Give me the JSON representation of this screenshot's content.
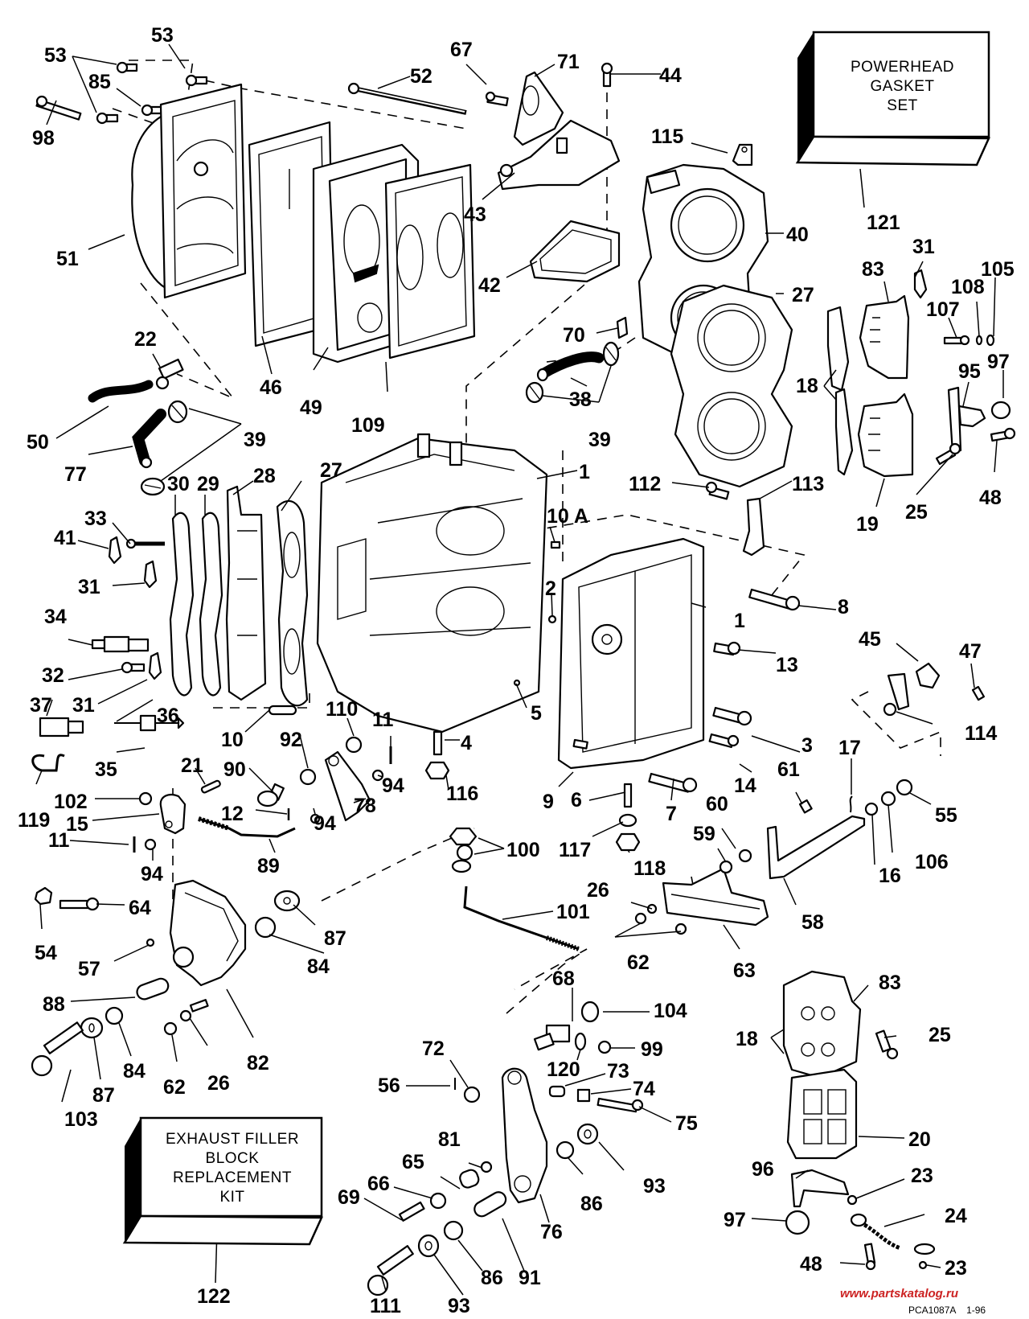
{
  "diagram": {
    "title": "Powerhead exploded parts diagram",
    "kits": {
      "powerhead_gasket_set": {
        "lines": [
          "POWERHEAD",
          "GASKET",
          "SET"
        ],
        "ref": "121"
      },
      "exhaust_filler_block": {
        "lines": [
          "EXHAUST FILLER",
          "BLOCK",
          "REPLACEMENT",
          "KIT"
        ],
        "ref": "122"
      }
    },
    "watermark": "www.partskatalog.ru",
    "catalog_code": "PCA1087A",
    "catalog_date": "1-96",
    "labels": [
      {
        "id": "53a",
        "text": "53"
      },
      {
        "id": "53b",
        "text": "53"
      },
      {
        "id": "85",
        "text": "85"
      },
      {
        "id": "98",
        "text": "98"
      },
      {
        "id": "52",
        "text": "52"
      },
      {
        "id": "67",
        "text": "67"
      },
      {
        "id": "71",
        "text": "71"
      },
      {
        "id": "44",
        "text": "44"
      },
      {
        "id": "115",
        "text": "115"
      },
      {
        "id": "121",
        "text": "121"
      },
      {
        "id": "51",
        "text": "51"
      },
      {
        "id": "43",
        "text": "43"
      },
      {
        "id": "40",
        "text": "40"
      },
      {
        "id": "42",
        "text": "42"
      },
      {
        "id": "31a",
        "text": "31"
      },
      {
        "id": "83a",
        "text": "83"
      },
      {
        "id": "108",
        "text": "108"
      },
      {
        "id": "105",
        "text": "105"
      },
      {
        "id": "27a",
        "text": "27"
      },
      {
        "id": "107",
        "text": "107"
      },
      {
        "id": "22",
        "text": "22"
      },
      {
        "id": "70",
        "text": "70"
      },
      {
        "id": "18a",
        "text": "18"
      },
      {
        "id": "97a",
        "text": "97"
      },
      {
        "id": "95",
        "text": "95"
      },
      {
        "id": "46",
        "text": "46"
      },
      {
        "id": "38",
        "text": "38"
      },
      {
        "id": "49",
        "text": "49"
      },
      {
        "id": "50",
        "text": "50"
      },
      {
        "id": "109",
        "text": "109"
      },
      {
        "id": "39a",
        "text": "39"
      },
      {
        "id": "39b",
        "text": "39"
      },
      {
        "id": "48a",
        "text": "48"
      },
      {
        "id": "77",
        "text": "77"
      },
      {
        "id": "25a",
        "text": "25"
      },
      {
        "id": "19",
        "text": "19"
      },
      {
        "id": "30",
        "text": "30"
      },
      {
        "id": "29",
        "text": "29"
      },
      {
        "id": "28",
        "text": "28"
      },
      {
        "id": "27b",
        "text": "27"
      },
      {
        "id": "1a",
        "text": "1"
      },
      {
        "id": "112",
        "text": "112"
      },
      {
        "id": "113",
        "text": "113"
      },
      {
        "id": "33",
        "text": "33"
      },
      {
        "id": "10a",
        "text": "10 A"
      },
      {
        "id": "41",
        "text": "41"
      },
      {
        "id": "31b",
        "text": "31"
      },
      {
        "id": "2",
        "text": "2"
      },
      {
        "id": "8",
        "text": "8"
      },
      {
        "id": "1b",
        "text": "1"
      },
      {
        "id": "47",
        "text": "47"
      },
      {
        "id": "34",
        "text": "34"
      },
      {
        "id": "45",
        "text": "45"
      },
      {
        "id": "13",
        "text": "13"
      },
      {
        "id": "32",
        "text": "32"
      },
      {
        "id": "31c",
        "text": "31"
      },
      {
        "id": "5",
        "text": "5"
      },
      {
        "id": "37",
        "text": "37"
      },
      {
        "id": "36",
        "text": "36"
      },
      {
        "id": "110",
        "text": "110"
      },
      {
        "id": "11a",
        "text": "11"
      },
      {
        "id": "114",
        "text": "114"
      },
      {
        "id": "10",
        "text": "10"
      },
      {
        "id": "3",
        "text": "3"
      },
      {
        "id": "92",
        "text": "92"
      },
      {
        "id": "4",
        "text": "4"
      },
      {
        "id": "17",
        "text": "17"
      },
      {
        "id": "35",
        "text": "35"
      },
      {
        "id": "14",
        "text": "14"
      },
      {
        "id": "90",
        "text": "90"
      },
      {
        "id": "21",
        "text": "21"
      },
      {
        "id": "94a",
        "text": "94"
      },
      {
        "id": "116",
        "text": "116"
      },
      {
        "id": "61",
        "text": "61"
      },
      {
        "id": "119",
        "text": "119"
      },
      {
        "id": "102",
        "text": "102"
      },
      {
        "id": "78",
        "text": "78"
      },
      {
        "id": "9",
        "text": "9"
      },
      {
        "id": "60",
        "text": "60"
      },
      {
        "id": "55",
        "text": "55"
      },
      {
        "id": "15",
        "text": "15"
      },
      {
        "id": "12",
        "text": "12"
      },
      {
        "id": "6",
        "text": "6"
      },
      {
        "id": "7",
        "text": "7"
      },
      {
        "id": "94b",
        "text": "94"
      },
      {
        "id": "100",
        "text": "100"
      },
      {
        "id": "117",
        "text": "117"
      },
      {
        "id": "59",
        "text": "59"
      },
      {
        "id": "11b",
        "text": "11"
      },
      {
        "id": "94c",
        "text": "94"
      },
      {
        "id": "89",
        "text": "89"
      },
      {
        "id": "118",
        "text": "118"
      },
      {
        "id": "16",
        "text": "16"
      },
      {
        "id": "106",
        "text": "106"
      },
      {
        "id": "64",
        "text": "64"
      },
      {
        "id": "101",
        "text": "101"
      },
      {
        "id": "26a",
        "text": "26"
      },
      {
        "id": "58",
        "text": "58"
      },
      {
        "id": "87a",
        "text": "87"
      },
      {
        "id": "54",
        "text": "54"
      },
      {
        "id": "84a",
        "text": "84"
      },
      {
        "id": "57",
        "text": "57"
      },
      {
        "id": "62a",
        "text": "62"
      },
      {
        "id": "63",
        "text": "63"
      },
      {
        "id": "88",
        "text": "88"
      },
      {
        "id": "68",
        "text": "68"
      },
      {
        "id": "104",
        "text": "104"
      },
      {
        "id": "83b",
        "text": "83"
      },
      {
        "id": "82",
        "text": "82"
      },
      {
        "id": "84b",
        "text": "84"
      },
      {
        "id": "18b",
        "text": "18"
      },
      {
        "id": "25b",
        "text": "25"
      },
      {
        "id": "62b",
        "text": "62"
      },
      {
        "id": "26b",
        "text": "26"
      },
      {
        "id": "99",
        "text": "99"
      },
      {
        "id": "72",
        "text": "72"
      },
      {
        "id": "120",
        "text": "120"
      },
      {
        "id": "73",
        "text": "73"
      },
      {
        "id": "103",
        "text": "103"
      },
      {
        "id": "87b",
        "text": "87"
      },
      {
        "id": "56",
        "text": "56"
      },
      {
        "id": "74",
        "text": "74"
      },
      {
        "id": "75",
        "text": "75"
      },
      {
        "id": "20",
        "text": "20"
      },
      {
        "id": "81",
        "text": "81"
      },
      {
        "id": "65",
        "text": "65"
      },
      {
        "id": "96",
        "text": "96"
      },
      {
        "id": "23a",
        "text": "23"
      },
      {
        "id": "66",
        "text": "66"
      },
      {
        "id": "86a",
        "text": "86"
      },
      {
        "id": "93a",
        "text": "93"
      },
      {
        "id": "69",
        "text": "69"
      },
      {
        "id": "76",
        "text": "76"
      },
      {
        "id": "97b",
        "text": "97"
      },
      {
        "id": "24",
        "text": "24"
      },
      {
        "id": "48b",
        "text": "48"
      },
      {
        "id": "23b",
        "text": "23"
      },
      {
        "id": "86b",
        "text": "86"
      },
      {
        "id": "91",
        "text": "91"
      },
      {
        "id": "122",
        "text": "122"
      },
      {
        "id": "111",
        "text": "111"
      },
      {
        "id": "93b",
        "text": "93"
      }
    ]
  }
}
